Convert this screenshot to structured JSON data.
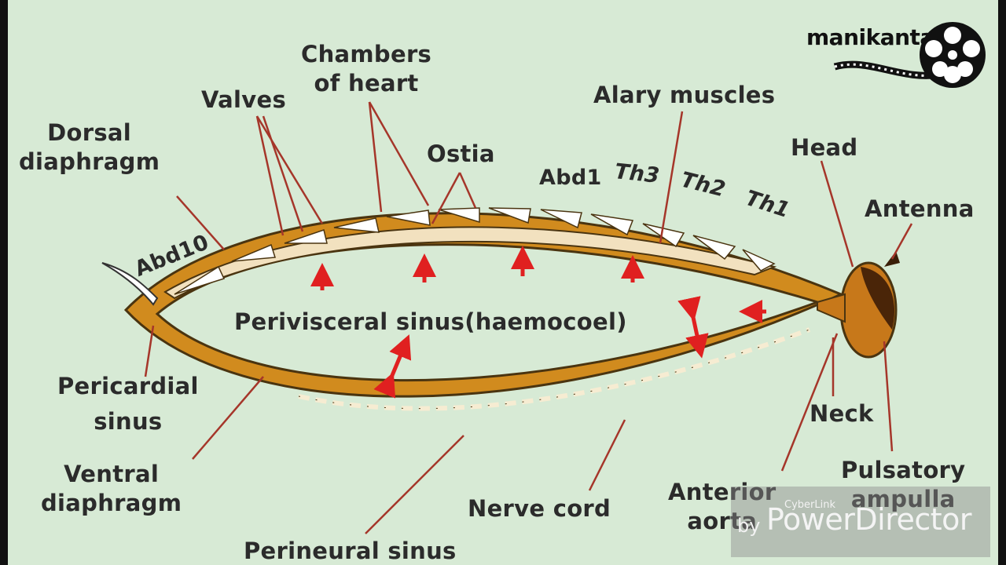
{
  "diagram": {
    "labels": {
      "chambers_line1": "Chambers",
      "chambers_line2": "of heart",
      "valves": "Valves",
      "alary_muscles": "Alary muscles",
      "dorsal_line1": "Dorsal",
      "dorsal_line2": "diaphragm",
      "ostia": "Ostia",
      "abd1": "Abd1",
      "th3": "Th3",
      "th2": "Th2",
      "th1": "Th1",
      "head": "Head",
      "antenna": "Antenna",
      "abd10": "Abd10",
      "perivisceral": "Perivisceral sinus(haemocoel)",
      "pericardial_line1": "Pericardial",
      "pericardial_line2": "sinus",
      "neck": "Neck",
      "ventral_line1": "Ventral",
      "ventral_line2": "diaphragm",
      "pulsatory_line1": "Pulsatory",
      "pulsatory_line2": "ampulla",
      "anterior_line1": "Anterior",
      "anterior_line2": "aorta",
      "nerve_cord": "Nerve cord",
      "perineural": "Perineural sinus"
    },
    "colors": {
      "background": "#d7ead5",
      "body_wall": "#d18b1e",
      "outline": "#4a3410",
      "leader_lines": "#a5362a",
      "arrows": "#e02020",
      "heart_chambers": "#ffffff",
      "head_dark": "#4a2508"
    }
  },
  "watermark": {
    "brand": "manikanta",
    "powered_small": "CyberLink",
    "by": "by",
    "product": "PowerDirector"
  }
}
